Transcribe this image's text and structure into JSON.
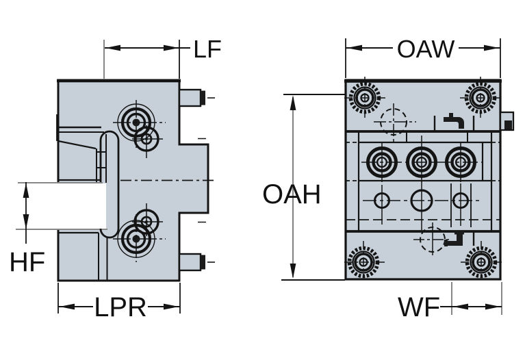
{
  "drawing": {
    "dimension_labels": {
      "lf": "LF",
      "oaw": "OAW",
      "oah": "OAH",
      "hf": "HF",
      "lpr": "LPR",
      "wf": "WF"
    },
    "colors": {
      "body_fill": "#c7d0d8",
      "outline": "#141414",
      "dim_gray": "#878787",
      "detail_dark": "#1c1c1c",
      "background": "#ffffff"
    },
    "icons": {
      "top_band": "coolant-faucet-icon",
      "bottom_band": "coolant-elbow-icon"
    }
  }
}
